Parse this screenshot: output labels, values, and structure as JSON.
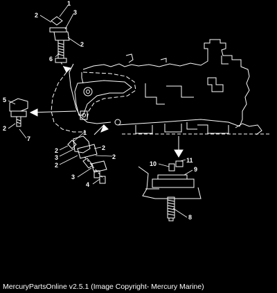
{
  "colors": {
    "background": "#000000",
    "lines": "#ffffff"
  },
  "callouts": [
    "1",
    "3",
    "2",
    "2",
    "6",
    "5",
    "2",
    "7",
    "1",
    "2",
    "3",
    "2",
    "2",
    "2",
    "3",
    "4",
    "10",
    "11",
    "9",
    "8"
  ],
  "footer": {
    "caption": "MercuryPartsOnline v2.5.1 (Image Copyright- Mercury Marine)"
  }
}
